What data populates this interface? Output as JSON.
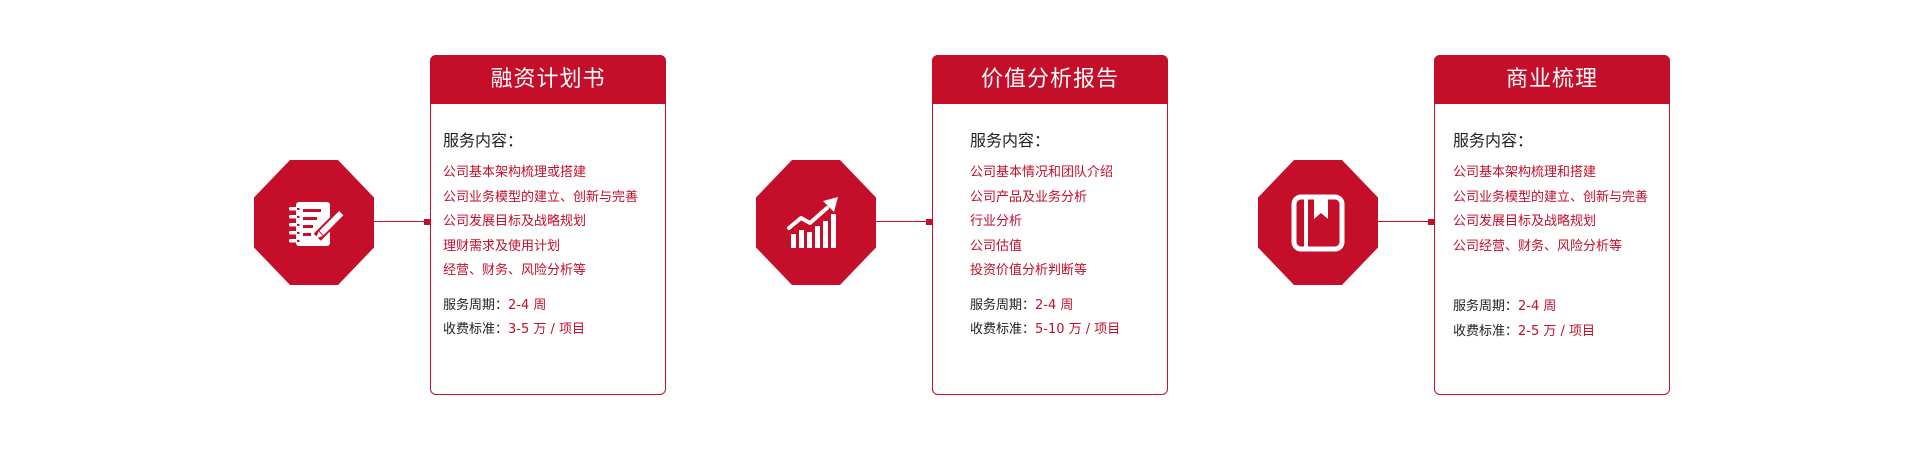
{
  "services": [
    {
      "title": "融资计划书",
      "icon": "notebook-pen-icon",
      "section_label": "服务内容：",
      "items": [
        "公司基本架构梳理或搭建",
        "公司业务模型的建立、创新与完善",
        "公司发展目标及战略规划",
        "理财需求及使用计划",
        "经营、财务、风险分析等"
      ],
      "period_label": "服务周期",
      "period_value": "2-4 周",
      "fee_label": "收费标准",
      "fee_value": "3-5 万 / 项目"
    },
    {
      "title": "价值分析报告",
      "icon": "growth-chart-icon",
      "section_label": "服务内容：",
      "items": [
        "公司基本情况和团队介绍",
        "公司产品及业务分析",
        "行业分析",
        "公司估值",
        "投资价值分析判断等"
      ],
      "period_label": "服务周期",
      "period_value": "2-4 周",
      "fee_label": "收费标准",
      "fee_value": "5-10 万 / 项目"
    },
    {
      "title": "商业梳理",
      "icon": "bookmark-book-icon",
      "section_label": "服务内容：",
      "items": [
        "公司基本架构梳理和搭建",
        "公司业务模型的建立、创新与完善",
        "公司发展目标及战略规划",
        "公司经营、财务、风险分析等"
      ],
      "period_label": "服务周期",
      "period_value": "2-4 周",
      "fee_label": "收费标准",
      "fee_value": "2-5 万 / 项目"
    }
  ],
  "separator": "：",
  "colors": {
    "accent": "#c40e2a",
    "text": "#222222",
    "background": "#ffffff"
  }
}
